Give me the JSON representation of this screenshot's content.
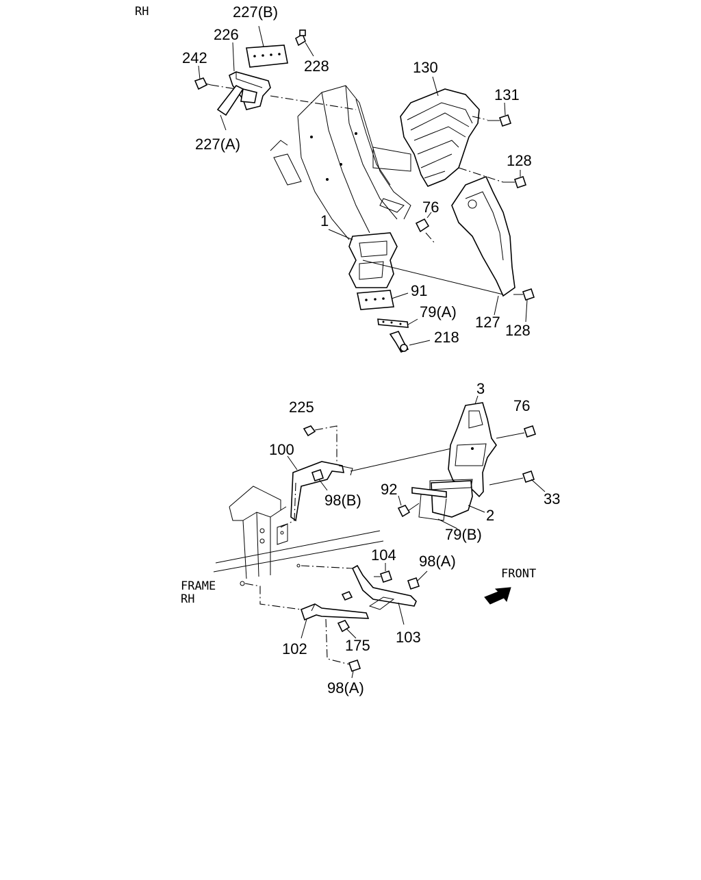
{
  "diagram": {
    "side_label": "RH",
    "frame_label_1": "FRAME",
    "frame_label_2": "RH",
    "front_label": "FRONT",
    "callouts": {
      "c227b": "227(B)",
      "c226": "226",
      "c228": "228",
      "c242": "242",
      "c227a": "227(A)",
      "c130": "130",
      "c131": "131",
      "c128a": "128",
      "c76a": "76",
      "c1": "1",
      "c91": "91",
      "c79a": "79(A)",
      "c127": "127",
      "c128b": "128",
      "c218": "218",
      "c3": "3",
      "c225": "225",
      "c76b": "76",
      "c100": "100",
      "c98b": "98(B)",
      "c92": "92",
      "c2": "2",
      "c33": "33",
      "c79b": "79(B)",
      "c104": "104",
      "c98a1": "98(A)",
      "c102": "102",
      "c175": "175",
      "c103": "103",
      "c98a2": "98(A)"
    }
  }
}
